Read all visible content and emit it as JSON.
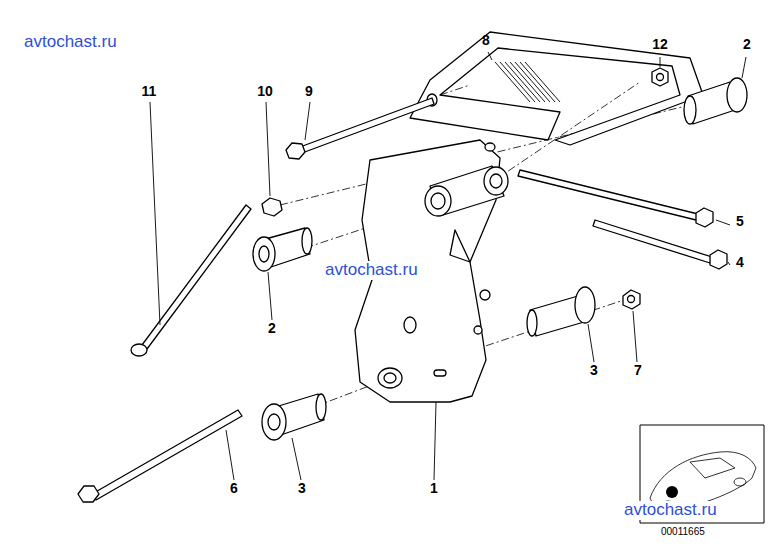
{
  "diagram": {
    "labels": [
      "avtochast.ru",
      "8",
      "12",
      "2",
      "11",
      "10",
      "9",
      "5",
      "4",
      "avtochast.ru",
      "2",
      "3",
      "7",
      "6",
      "3",
      "1",
      "avtochast.ru",
      "00011665"
    ]
  }
}
